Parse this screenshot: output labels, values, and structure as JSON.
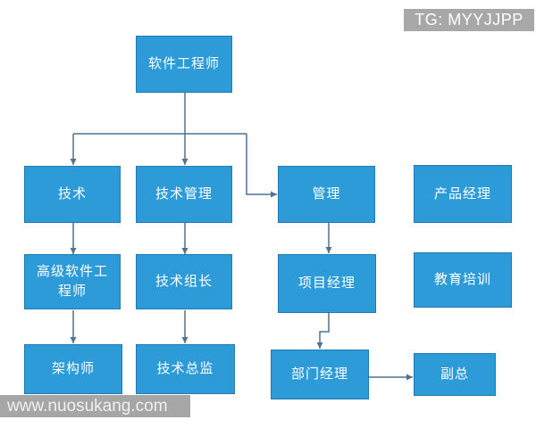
{
  "badge": {
    "text": "TG: MYYJJPP"
  },
  "watermark": {
    "text": "www.nuosukang.com"
  },
  "colors": {
    "node-fill": "#2e9bd9",
    "node-border": "#2479b5",
    "node-text": "#ffffff",
    "connector": "#4f7391",
    "badge-bg": "#a8a8a8",
    "watermark-bg": "#a6a6a6",
    "watermark-text": "#f0f0f0"
  },
  "nodes": {
    "software_engineer": "软件工程师",
    "tech": "技术",
    "tech_mgmt": "技术管理",
    "management": "管理",
    "product_manager": "产品经理",
    "senior_engineer": "高级软件工程师",
    "tech_lead": "技术组长",
    "project_manager": "项目经理",
    "education_training": "教育培训",
    "architect": "架构师",
    "tech_director": "技术总监",
    "dept_manager": "部门经理",
    "vice_president": "副总"
  },
  "edges": [
    {
      "from": "软件工程师",
      "to": "技术"
    },
    {
      "from": "软件工程师",
      "to": "技术管理"
    },
    {
      "from": "软件工程师",
      "to": "管理"
    },
    {
      "from": "技术",
      "to": "高级软件工程师"
    },
    {
      "from": "技术管理",
      "to": "技术组长"
    },
    {
      "from": "管理",
      "to": "项目经理"
    },
    {
      "from": "高级软件工程师",
      "to": "架构师"
    },
    {
      "from": "技术组长",
      "to": "技术总监"
    },
    {
      "from": "项目经理",
      "to": "部门经理"
    },
    {
      "from": "部门经理",
      "to": "副总"
    }
  ]
}
